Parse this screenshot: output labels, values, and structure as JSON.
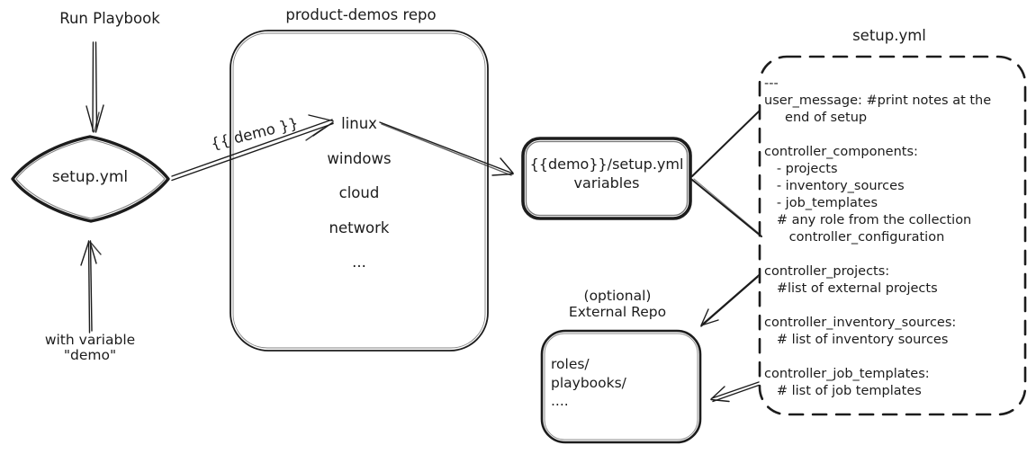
{
  "colors": {
    "ink": "#1c1c1c",
    "background": "#ffffff"
  },
  "left_flow": {
    "run_playbook_label": "Run Playbook",
    "diamond_label": "setup.yml",
    "with_variable_label": [
      "with variable",
      "\"demo\""
    ]
  },
  "demo_arrow_label": "{{ demo }}",
  "repo": {
    "title": "product-demos repo",
    "items": [
      "linux",
      "windows",
      "cloud",
      "network",
      "..."
    ]
  },
  "variables_box": {
    "lines": [
      "{{demo}}/setup.yml",
      "variables"
    ]
  },
  "setup_yml_panel": {
    "title": "setup.yml",
    "lines": [
      "---",
      "user_message: #print notes at the",
      "     end of setup",
      "",
      "controller_components:",
      "   - projects",
      "   - inventory_sources",
      "   - job_templates",
      "   # any role from the collection",
      "      controller_configuration",
      "",
      "controller_projects:",
      "   #list of external projects",
      "",
      "controller_inventory_sources:",
      "   # list of inventory sources",
      "",
      "controller_job_templates:",
      "   # list of job templates"
    ]
  },
  "external_repo": {
    "label": [
      "(optional)",
      "External Repo"
    ],
    "lines": [
      "roles/",
      "playbooks/",
      "...."
    ]
  }
}
